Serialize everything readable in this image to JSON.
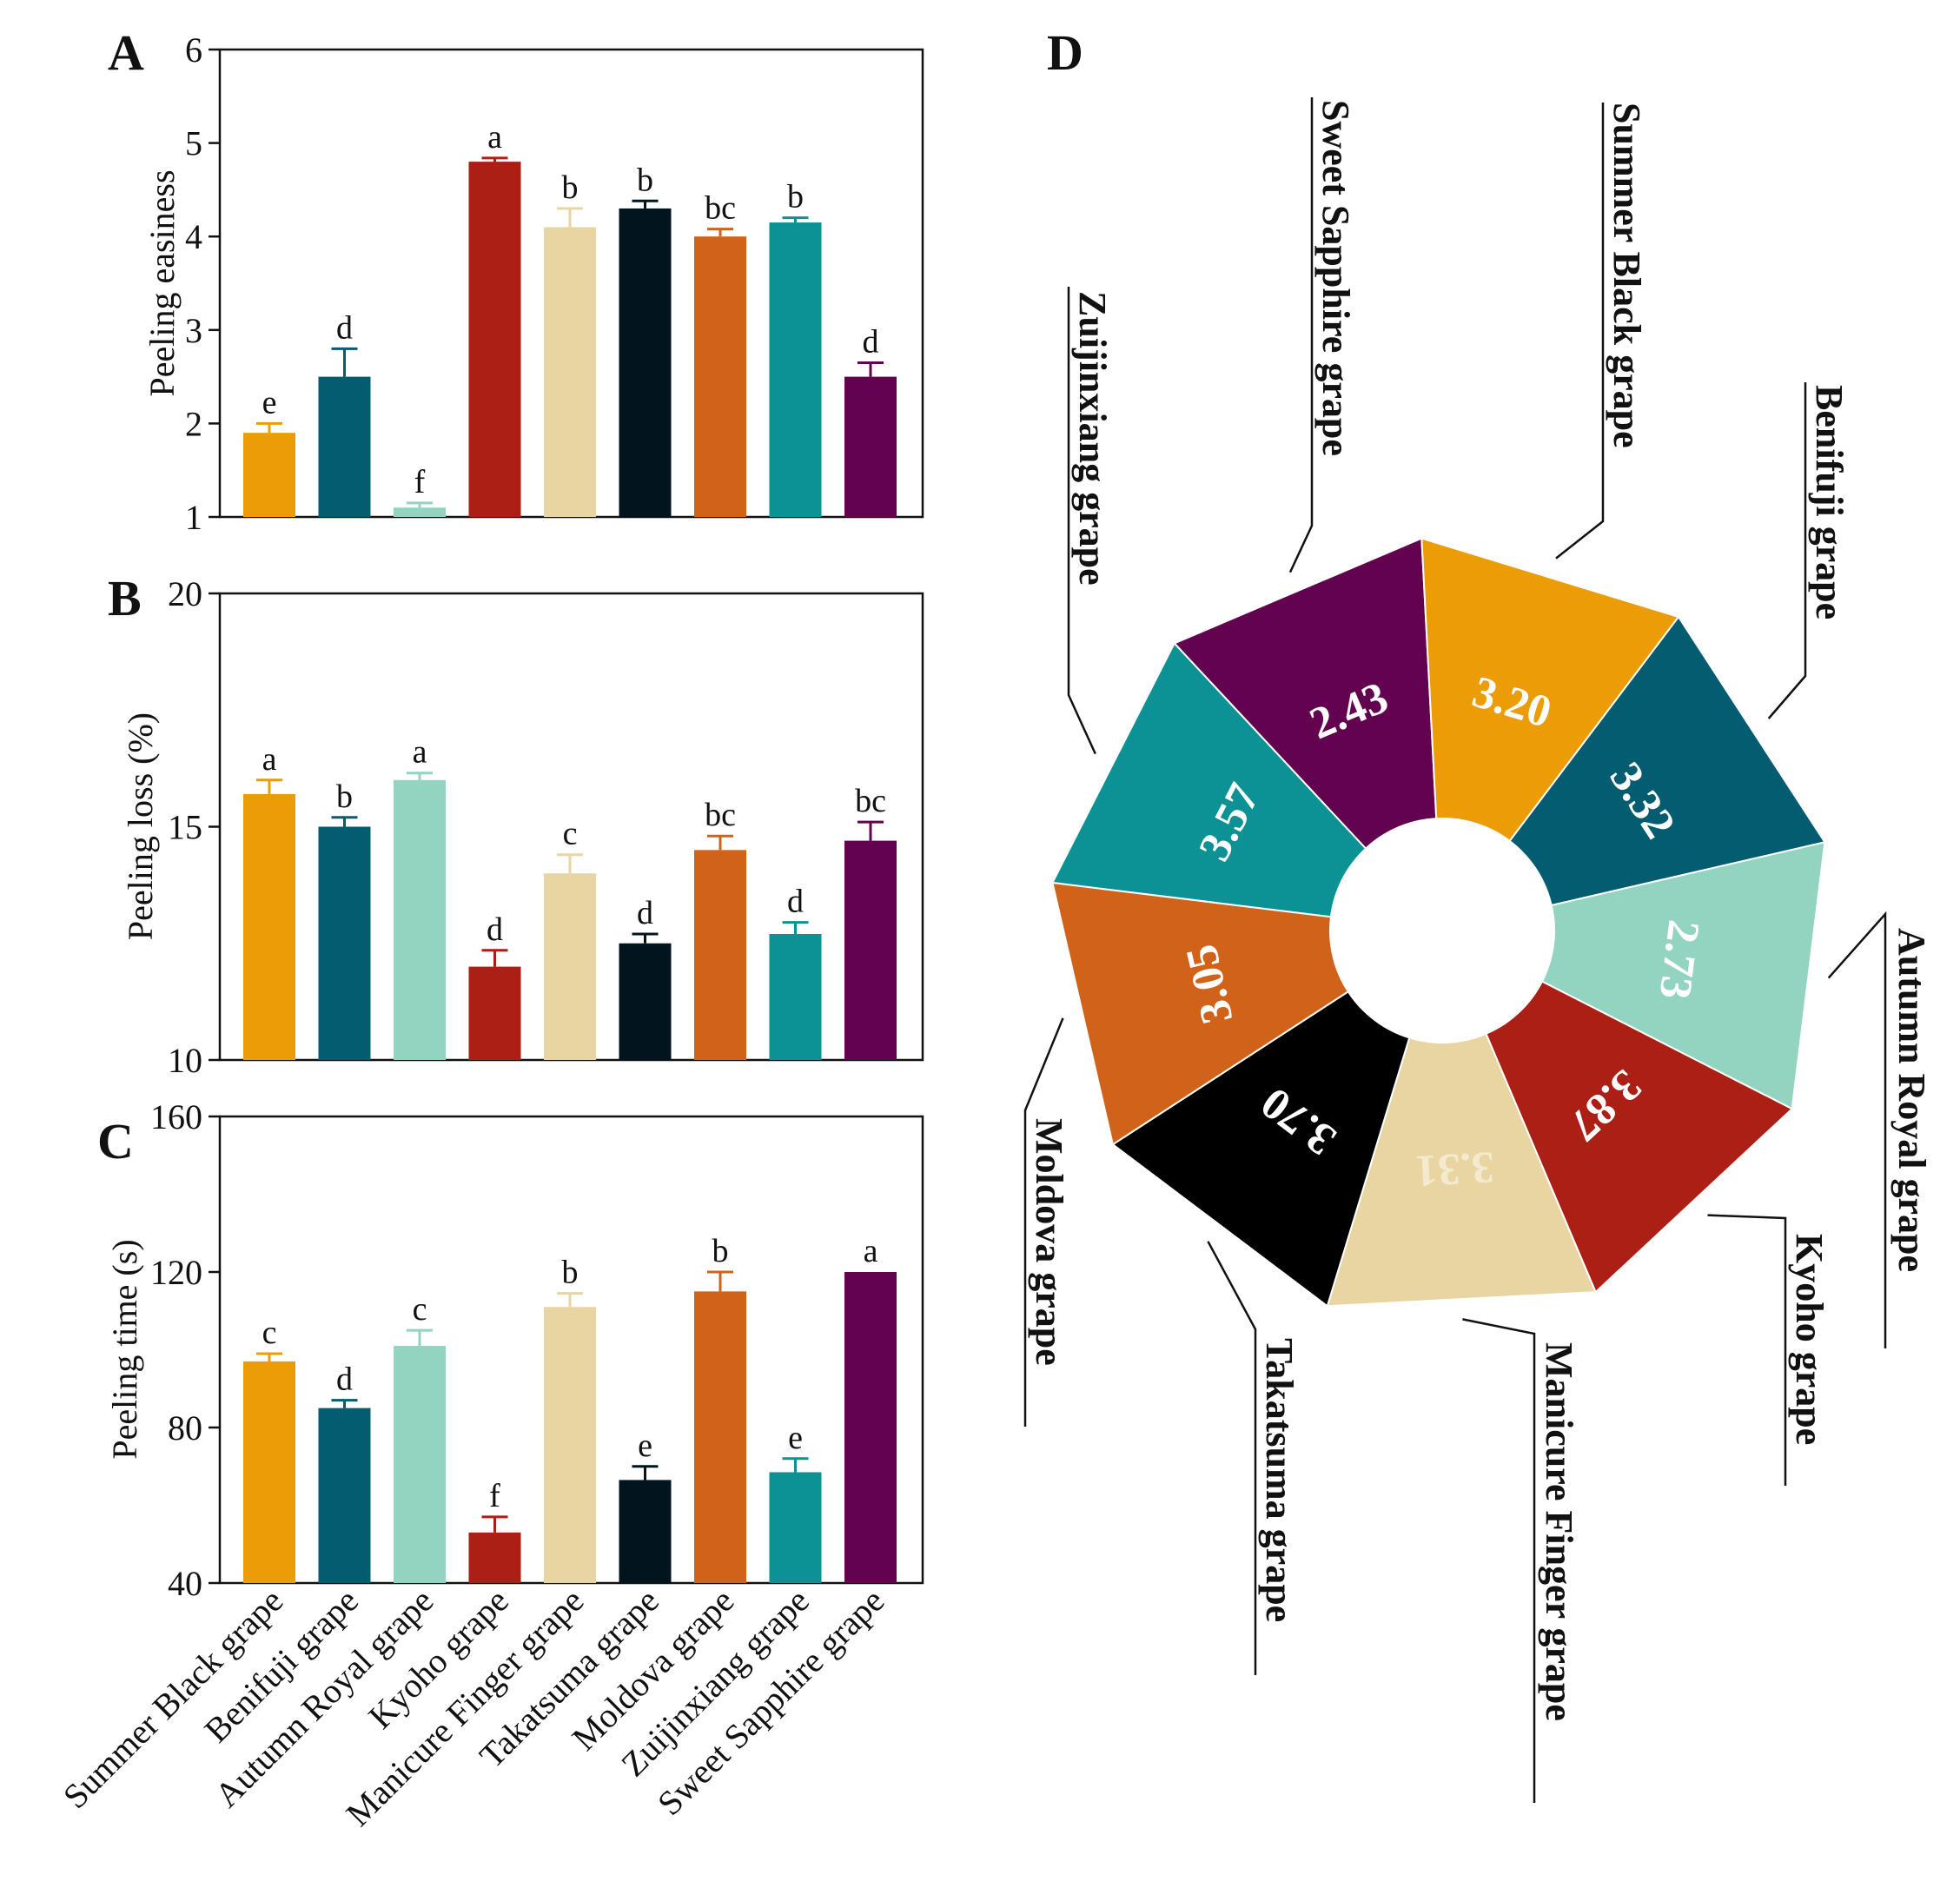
{
  "panel_letters": {
    "a": "A",
    "b": "B",
    "c": "C",
    "d": "D"
  },
  "categories": [
    "Summer Black grape",
    "Benifuji grape",
    "Autumn Royal grape",
    "Kyoho grape",
    "Manicure Finger grape",
    "Takatsuma grape",
    "Moldova grape",
    "Zuijinxiang grape",
    "Sweet Sapphire grape"
  ],
  "colors": [
    "#EC9C06",
    "#035C70",
    "#93D4C0",
    "#AB1F15",
    "#E9D5A1",
    "#02151F",
    "#D1621A",
    "#0C9294",
    "#630350"
  ],
  "chart_data": [
    {
      "id": "A",
      "type": "bar",
      "ylabel": "Peeling easiness",
      "ylim": [
        1,
        6
      ],
      "yticks": [
        1,
        2,
        3,
        4,
        5,
        6
      ],
      "grid": false,
      "categories": [
        "Summer Black grape",
        "Benifuji grape",
        "Autumn Royal grape",
        "Kyoho grape",
        "Manicure Finger grape",
        "Takatsuma grape",
        "Moldova grape",
        "Zuijinxiang grape",
        "Sweet Sapphire grape"
      ],
      "values": [
        1.9,
        2.5,
        1.1,
        4.8,
        4.1,
        4.3,
        4.0,
        4.15,
        2.5
      ],
      "errors": [
        0.1,
        0.3,
        0.05,
        0.04,
        0.2,
        0.08,
        0.08,
        0.05,
        0.15
      ],
      "significance": [
        "e",
        "d",
        "f",
        "a",
        "b",
        "b",
        "bc",
        "b",
        "d"
      ]
    },
    {
      "id": "B",
      "type": "bar",
      "ylabel": "Peeling loss  (%)",
      "ylim": [
        10,
        20
      ],
      "yticks": [
        10,
        15,
        20
      ],
      "grid": false,
      "categories": [
        "Summer Black grape",
        "Benifuji grape",
        "Autumn Royal grape",
        "Kyoho grape",
        "Manicure Finger grape",
        "Takatsuma grape",
        "Moldova grape",
        "Zuijinxiang grape",
        "Sweet Sapphire grape"
      ],
      "values": [
        15.7,
        15.0,
        16.0,
        12.0,
        14.0,
        12.5,
        14.5,
        12.7,
        14.7
      ],
      "errors": [
        0.3,
        0.2,
        0.15,
        0.35,
        0.4,
        0.2,
        0.3,
        0.25,
        0.4
      ],
      "significance": [
        "a",
        "b",
        "a",
        "d",
        "c",
        "d",
        "bc",
        "d",
        "bc"
      ]
    },
    {
      "id": "C",
      "type": "bar",
      "ylabel": "Peeling time (s)",
      "ylim": [
        40,
        160
      ],
      "yticks": [
        40,
        80,
        120,
        160
      ],
      "grid": false,
      "categories": [
        "Summer Black grape",
        "Benifuji grape",
        "Autumn Royal grape",
        "Kyoho grape",
        "Manicure Finger grape",
        "Takatsuma grape",
        "Moldova grape",
        "Zuijinxiang grape",
        "Sweet Sapphire grape"
      ],
      "values": [
        97,
        85,
        101,
        53,
        111,
        66.5,
        115,
        68.5,
        120
      ],
      "errors": [
        2,
        2,
        4,
        4,
        3.5,
        3.5,
        5,
        3.5,
        0
      ],
      "significance": [
        "c",
        "d",
        "c",
        "f",
        "b",
        "e",
        "b",
        "e",
        "a"
      ]
    },
    {
      "id": "D",
      "type": "pie",
      "categories": [
        "Sweet Sapphire grape",
        "Summer Black grape",
        "Benifuji grape",
        "Autumn Royal grape",
        "Kyoho grape",
        "Manicure Finger grape",
        "Takatsuma grape",
        "Moldova grape",
        "Zuijinxiang grape"
      ],
      "values": [
        2.43,
        3.2,
        3.32,
        2.73,
        3.87,
        3.31,
        3.7,
        3.05,
        3.57
      ],
      "value_labels": [
        "2.43",
        "3.20",
        "3.32",
        "2.73",
        "3.87",
        "3.31",
        "3.70",
        "3.05",
        "3.57"
      ],
      "colors": [
        "#630350",
        "#EC9C06",
        "#035C70",
        "#93D4C0",
        "#AB1F15",
        "#E9D5A1",
        "#000000",
        "#D1621A",
        "#0C9294"
      ],
      "label_texts": [
        "Sweet Sapphire grape",
        "Summer  Black grape",
        "Benifuji grape",
        "Autumn  Royal grape",
        "Kyoho grape",
        "Manicure  Finger grape",
        "Takatsuma  grape",
        "Moldova grape",
        "Zuijinxiang grape"
      ],
      "donut": true
    }
  ]
}
